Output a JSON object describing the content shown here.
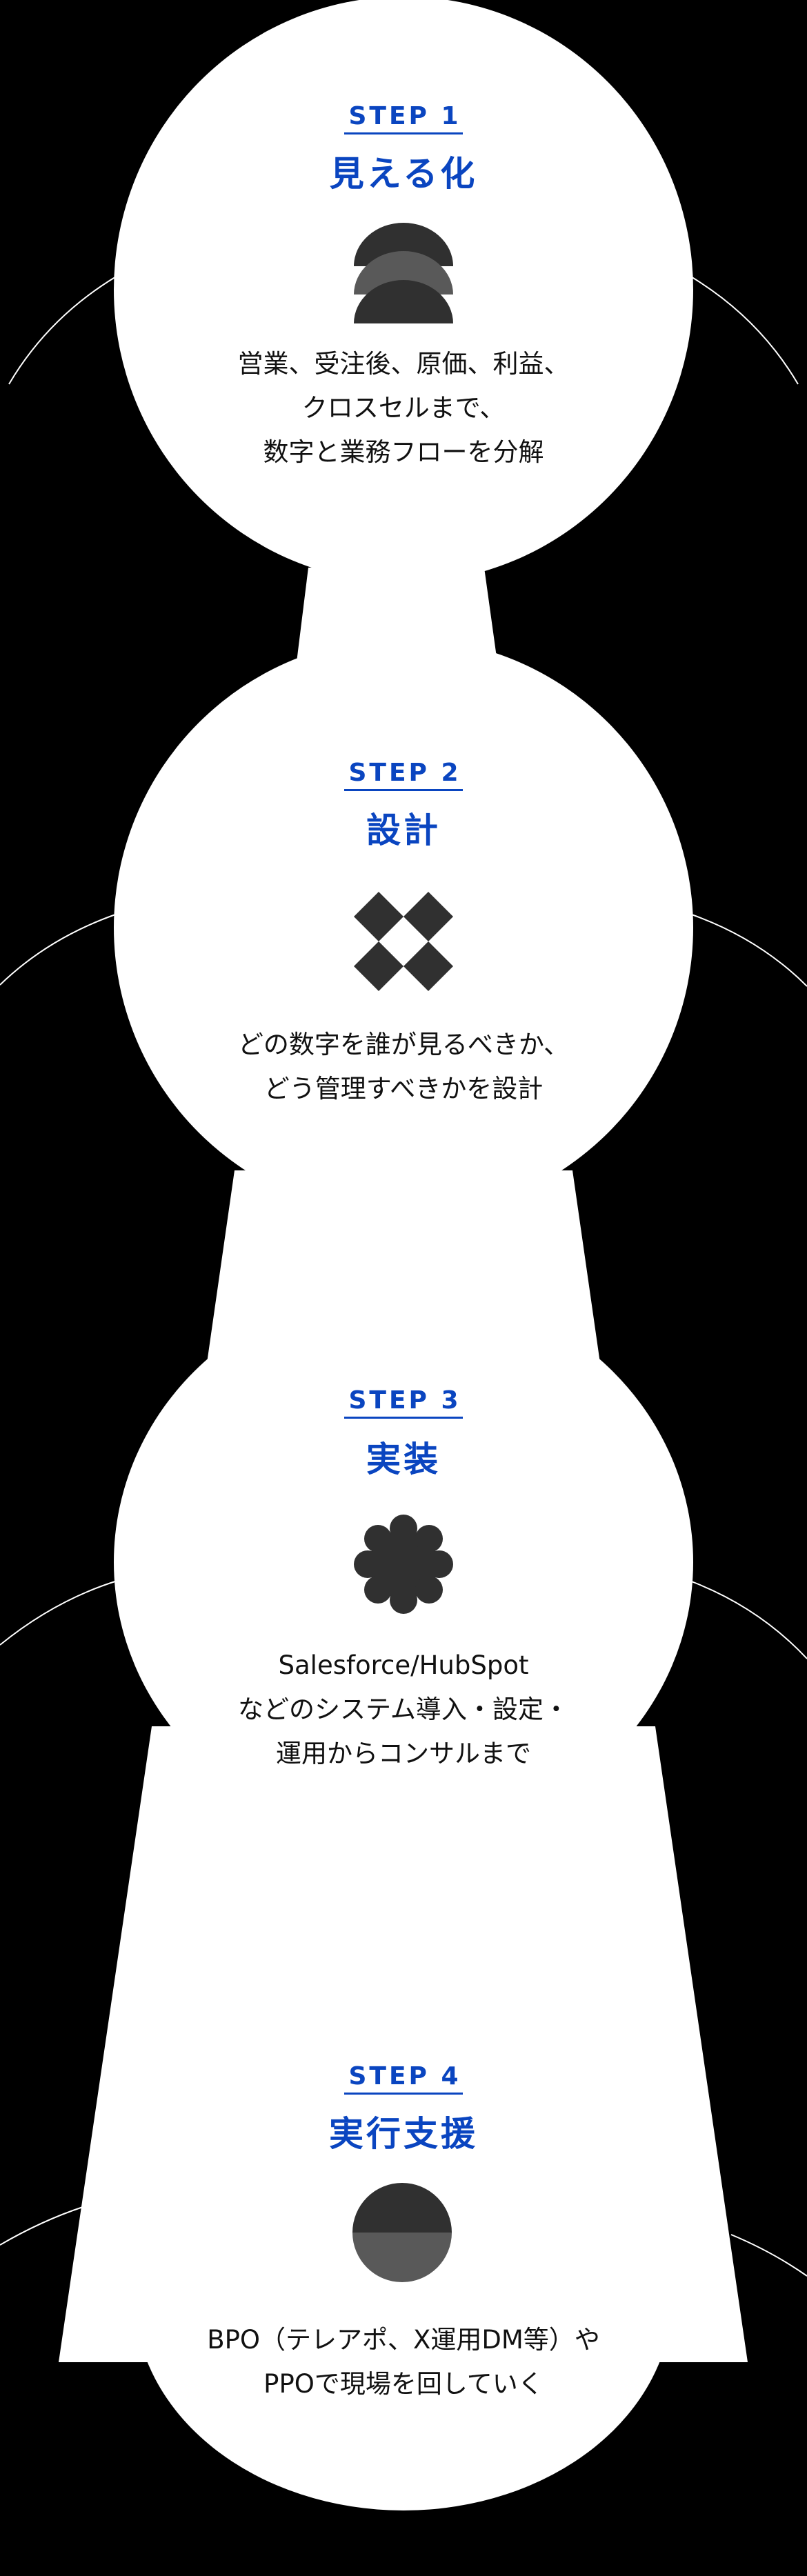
{
  "colors": {
    "accent": "#0a45c0",
    "background": "#000000",
    "shape": "#ffffff",
    "icon_dark": "#303030",
    "icon_mid": "#595959",
    "text": "#111111"
  },
  "steps": [
    {
      "label": "STEP 1",
      "title": "見える化",
      "icon": "stacked-semicircles-icon",
      "body": [
        "営業、受注後、原価、利益、",
        "クロスセルまで、",
        "数字と業務フローを分解"
      ]
    },
    {
      "label": "STEP 2",
      "title": "設計",
      "icon": "four-diamonds-icon",
      "body": [
        "どの数字を誰が見るべきか、",
        "どう管理すべきかを設計"
      ]
    },
    {
      "label": "STEP 3",
      "title": "実装",
      "icon": "flower-icon",
      "body": [
        "Salesforce/HubSpot",
        "などのシステム導入・設定・",
        "運用からコンサルまで"
      ]
    },
    {
      "label": "STEP 4",
      "title": "実行支援",
      "icon": "half-tone-circle-icon",
      "body": [
        "BPO（テレアポ、X運用DM等）や",
        "PPOで現場を回していく"
      ]
    }
  ]
}
